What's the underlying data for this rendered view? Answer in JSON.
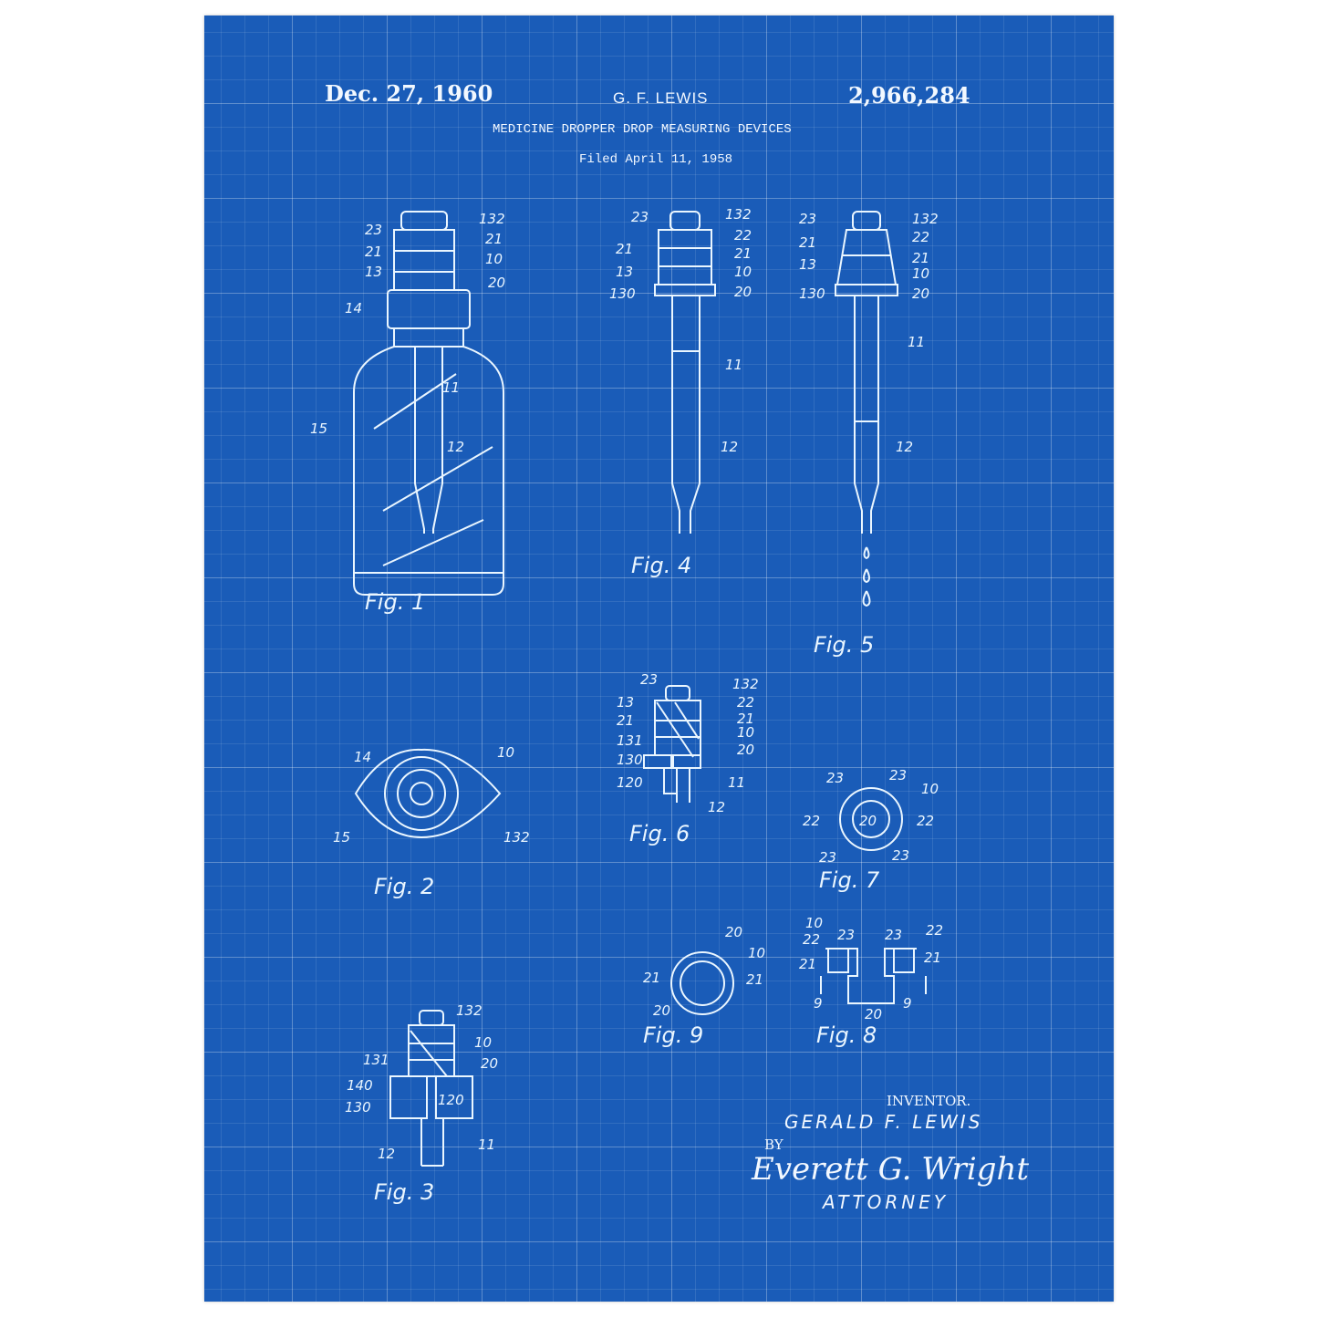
{
  "header": {
    "date": "Dec. 27, 1960",
    "inventor": "G. F. LEWIS",
    "patent_number": "2,966,284",
    "title": "MEDICINE DROPPER DROP MEASURING DEVICES",
    "filed": "Filed April 11, 1958"
  },
  "signature": {
    "inventor_label": "INVENTOR.",
    "inventor_name": "GERALD F. LEWIS",
    "by": "BY",
    "signature": "Everett G. Wright",
    "attorney_label": "ATTORNEY"
  },
  "figures": [
    {
      "label": "Fig. 1",
      "callouts": [
        "23",
        "132",
        "21",
        "21",
        "13",
        "10",
        "20",
        "14",
        "11",
        "15",
        "12"
      ]
    },
    {
      "label": "Fig. 4",
      "callouts": [
        "23",
        "132",
        "21",
        "22",
        "21",
        "13",
        "10",
        "130",
        "20",
        "11",
        "12"
      ]
    },
    {
      "label": "Fig. 5",
      "callouts": [
        "23",
        "132",
        "21",
        "22",
        "13",
        "21",
        "10",
        "130",
        "20",
        "11",
        "12"
      ]
    },
    {
      "label": "Fig. 2",
      "callouts": [
        "14",
        "10",
        "15",
        "132"
      ]
    },
    {
      "label": "Fig. 6",
      "callouts": [
        "23",
        "132",
        "13",
        "22",
        "21",
        "21",
        "131",
        "10",
        "130",
        "20",
        "120",
        "11",
        "12"
      ]
    },
    {
      "label": "Fig. 7",
      "callouts": [
        "23",
        "23",
        "10",
        "22",
        "22",
        "20",
        "23",
        "23"
      ]
    },
    {
      "label": "Fig. 9",
      "callouts": [
        "20",
        "10",
        "21",
        "21",
        "20"
      ]
    },
    {
      "label": "Fig. 8",
      "callouts": [
        "10",
        "22",
        "23",
        "23",
        "22",
        "21",
        "21",
        "9",
        "20",
        "9"
      ]
    },
    {
      "label": "Fig. 3",
      "callouts": [
        "132",
        "10",
        "131",
        "20",
        "140",
        "120",
        "130",
        "12",
        "11"
      ]
    }
  ],
  "colors": {
    "blueprint": "#1a5cb8",
    "ink": "#eaf6ff"
  }
}
